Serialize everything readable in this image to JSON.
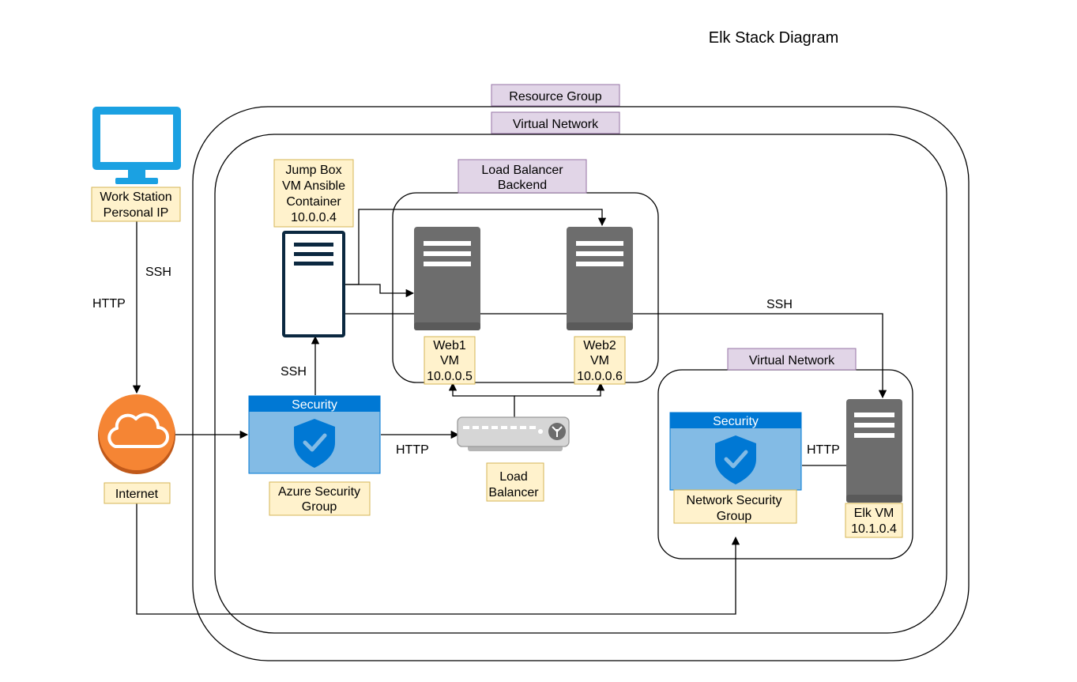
{
  "title": "Elk Stack Diagram",
  "groups": {
    "resource_group": "Resource Group",
    "virtual_network_main": "Virtual Network",
    "load_balancer_backend": [
      "Load Balancer",
      "Backend"
    ],
    "virtual_network_elk": "Virtual Network"
  },
  "nodes": {
    "workstation": [
      "Work Station",
      "Personal IP"
    ],
    "internet": "Internet",
    "jumpbox": [
      "Jump Box",
      "VM Ansible",
      "Container",
      "10.0.0.4"
    ],
    "web1": [
      "Web1",
      "VM",
      "10.0.0.5"
    ],
    "web2": [
      "Web2",
      "VM",
      "10.0.0.6"
    ],
    "azure_sg": [
      "Azure Security",
      "Group"
    ],
    "load_balancer": [
      "Load",
      "Balancer"
    ],
    "network_sg": [
      "Network Security",
      "Group"
    ],
    "elk_vm": [
      "Elk VM",
      "10.1.0.4"
    ]
  },
  "security_header": "Security",
  "edges": {
    "ws_ssh": "SSH",
    "ws_http": "HTTP",
    "sg_to_jump_ssh": "SSH",
    "sg_to_lb_http": "HTTP",
    "jump_to_elk_ssh": "SSH",
    "nsg_to_elk_http": "HTTP"
  },
  "colors": {
    "label_fill": "#fff2cc",
    "label_stroke": "#d6b656",
    "group_label_fill": "#e1d5e7",
    "group_label_stroke": "#9673a6",
    "monitor": "#1ba1e2",
    "cloud": "#f58534",
    "server_gray": "#6d6d6d",
    "security_blue": "#0078d4",
    "security_light": "#83bbe5"
  }
}
